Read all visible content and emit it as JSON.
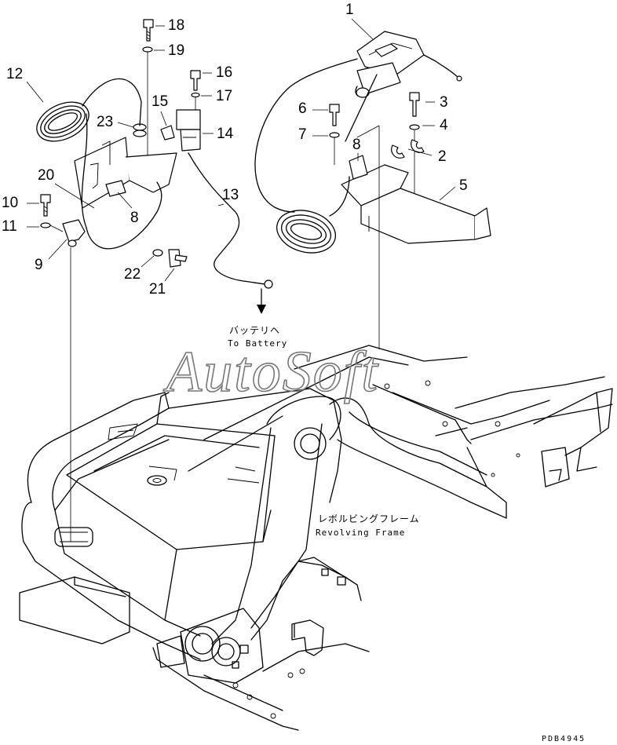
{
  "diagram": {
    "watermark": "AutoSoft",
    "drawing_code": "PDB4945",
    "battery_label_jp": "バッテリヘ",
    "battery_label_en": "To Battery",
    "frame_label_jp": "レボルビングフレーム",
    "frame_label_en": "Revolving Frame",
    "callouts": [
      {
        "id": "c1",
        "text": "1"
      },
      {
        "id": "c2",
        "text": "2"
      },
      {
        "id": "c3",
        "text": "3"
      },
      {
        "id": "c4",
        "text": "4"
      },
      {
        "id": "c5",
        "text": "5"
      },
      {
        "id": "c6",
        "text": "6"
      },
      {
        "id": "c7",
        "text": "7"
      },
      {
        "id": "c8a",
        "text": "8"
      },
      {
        "id": "c8b",
        "text": "8"
      },
      {
        "id": "c9",
        "text": "9"
      },
      {
        "id": "c10",
        "text": "10"
      },
      {
        "id": "c11",
        "text": "11"
      },
      {
        "id": "c12",
        "text": "12"
      },
      {
        "id": "c13",
        "text": "13"
      },
      {
        "id": "c14",
        "text": "14"
      },
      {
        "id": "c15",
        "text": "15"
      },
      {
        "id": "c16",
        "text": "16"
      },
      {
        "id": "c17",
        "text": "17"
      },
      {
        "id": "c18",
        "text": "18"
      },
      {
        "id": "c19",
        "text": "19"
      },
      {
        "id": "c20",
        "text": "20"
      },
      {
        "id": "c21",
        "text": "21"
      },
      {
        "id": "c22",
        "text": "22"
      },
      {
        "id": "c23",
        "text": "23"
      }
    ]
  }
}
